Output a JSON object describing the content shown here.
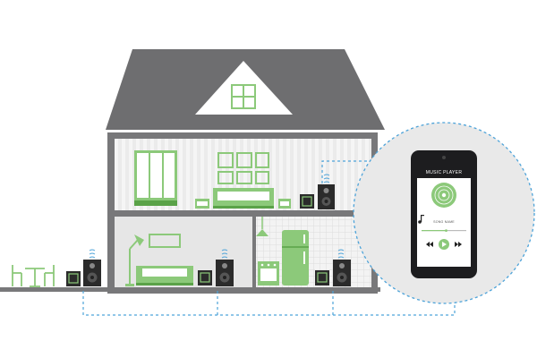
{
  "phone": {
    "app_title": "MUSIC PLAYER",
    "song_name": "SONG NAME",
    "progress": 0.55
  },
  "colors": {
    "roof": "#6e6e70",
    "wall": "#78787a",
    "room_bg": "#e8e8e8",
    "stripe": "#f4f4f4",
    "accent_green": "#8cc97a",
    "green_dark": "#5aa248",
    "speaker": "#2b2b2b",
    "connection_line": "#4da3d9",
    "phone_body": "#1d1d1f"
  },
  "icons": {
    "sound_wave": "sound-waves-icon",
    "music_note": "music-note-icon",
    "play": "play-icon",
    "prev": "previous-icon",
    "next": "next-icon",
    "vinyl": "vinyl-record-icon"
  }
}
